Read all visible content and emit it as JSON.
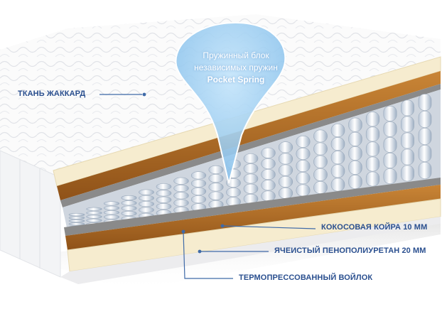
{
  "bubble": {
    "line1": "Пружинный блок",
    "line2": "независимых пружин",
    "line3": "Pocket Spring"
  },
  "labels": {
    "fabric": "ТКАНЬ ЖАККАРД",
    "coconut": "КОКОСОВАЯ КОЙРА 10 ММ",
    "foam": "ЯЧЕИСТЫЙ ПЕНОПОЛИУРЕТАН 20 ММ",
    "felt": "ТЕРМОПРЕССОВАННЫЙ ВОЙЛОК"
  },
  "colors": {
    "label": "#2a4f8f",
    "leader": "#3f6aa8",
    "coconut": "#b06a22",
    "foam": "#f6eccf",
    "felt": "#8a8a8a",
    "bubble": "#a9d7f5"
  }
}
